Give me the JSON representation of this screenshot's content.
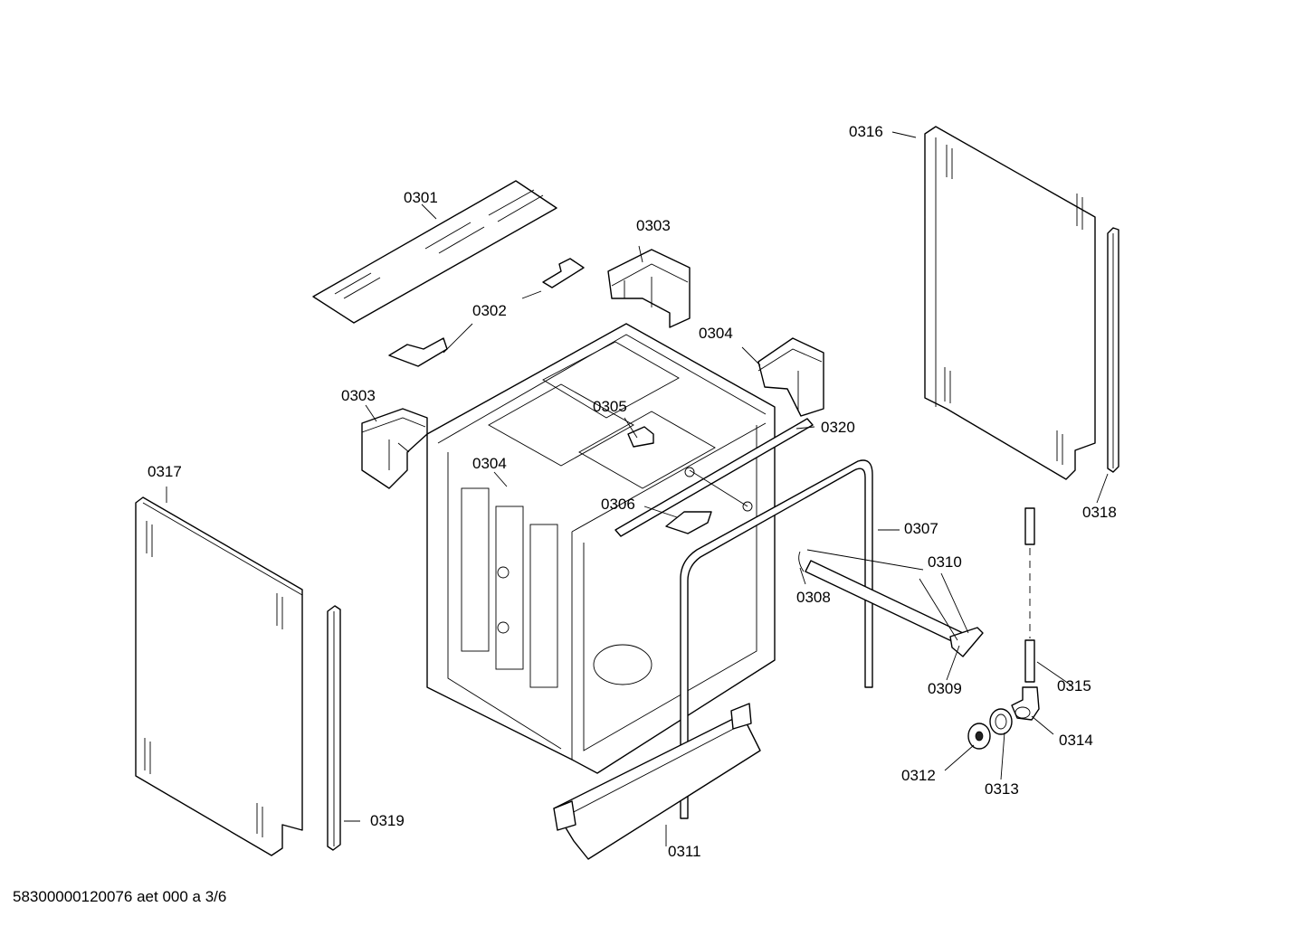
{
  "diagram": {
    "part_labels": {
      "p0301": "0301",
      "p0302": "0302",
      "p0303a": "0303",
      "p0303b": "0303",
      "p0304a": "0304",
      "p0304b": "0304",
      "p0305": "0305",
      "p0306": "0306",
      "p0307": "0307",
      "p0308": "0308",
      "p0309": "0309",
      "p0310": "0310",
      "p0311": "0311",
      "p0312": "0312",
      "p0313": "0313",
      "p0314": "0314",
      "p0315": "0315",
      "p0316": "0316",
      "p0317": "0317",
      "p0318": "0318",
      "p0319": "0319",
      "p0320": "0320"
    },
    "footer": "58300000120076 aet 000 a 3/6"
  }
}
